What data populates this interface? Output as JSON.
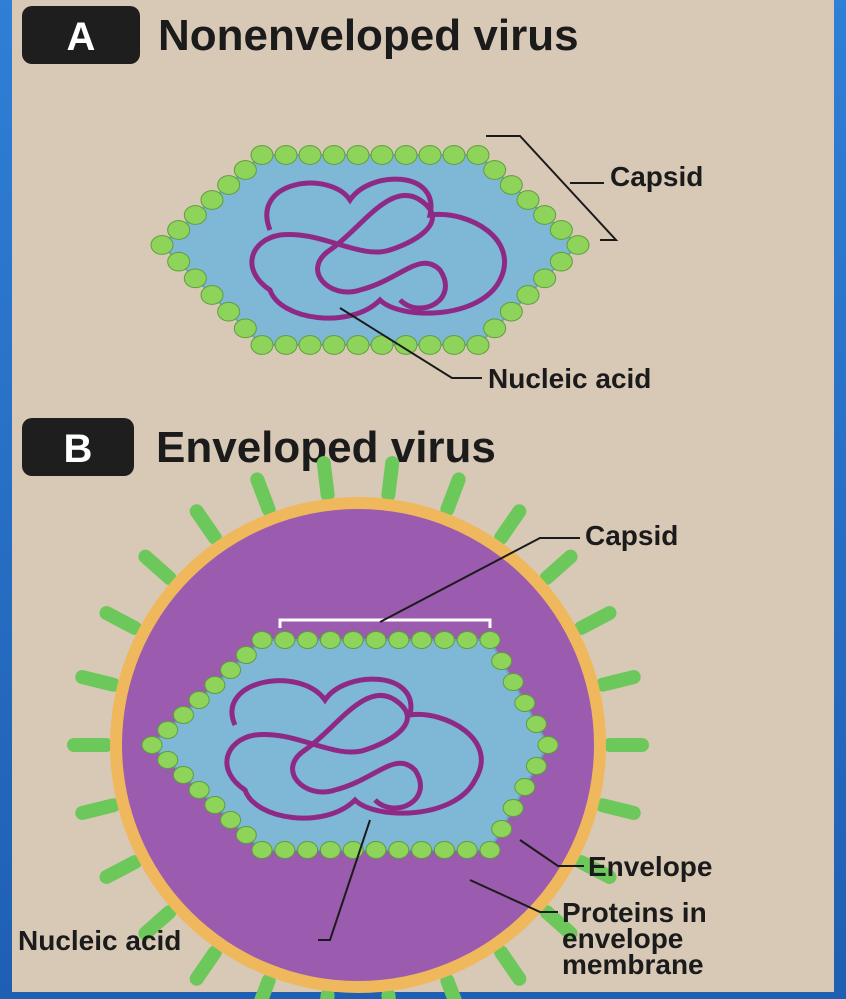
{
  "colors": {
    "frame": "#2a74c8",
    "panel": "#d8c8b6",
    "capsid_bead": "#8ed35a",
    "capsid_interior": "#7fb7d6",
    "nucleic_acid": "#8e2a86",
    "envelope_layer": "#f0b85c",
    "envelope_interior": "#9b5bae",
    "spike": "#6cc85a"
  },
  "section_a": {
    "badge": "A",
    "title": "Nonenveloped virus",
    "labels": {
      "capsid": "Capsid",
      "nucleic_acid": "Nucleic acid"
    }
  },
  "section_b": {
    "badge": "B",
    "title": "Enveloped virus",
    "labels": {
      "capsid": "Capsid",
      "envelope": "Envelope",
      "proteins_line1": "Proteins in",
      "proteins_line2": "envelope",
      "proteins_line3": "membrane",
      "nucleic_acid": "Nucleic acid"
    }
  }
}
